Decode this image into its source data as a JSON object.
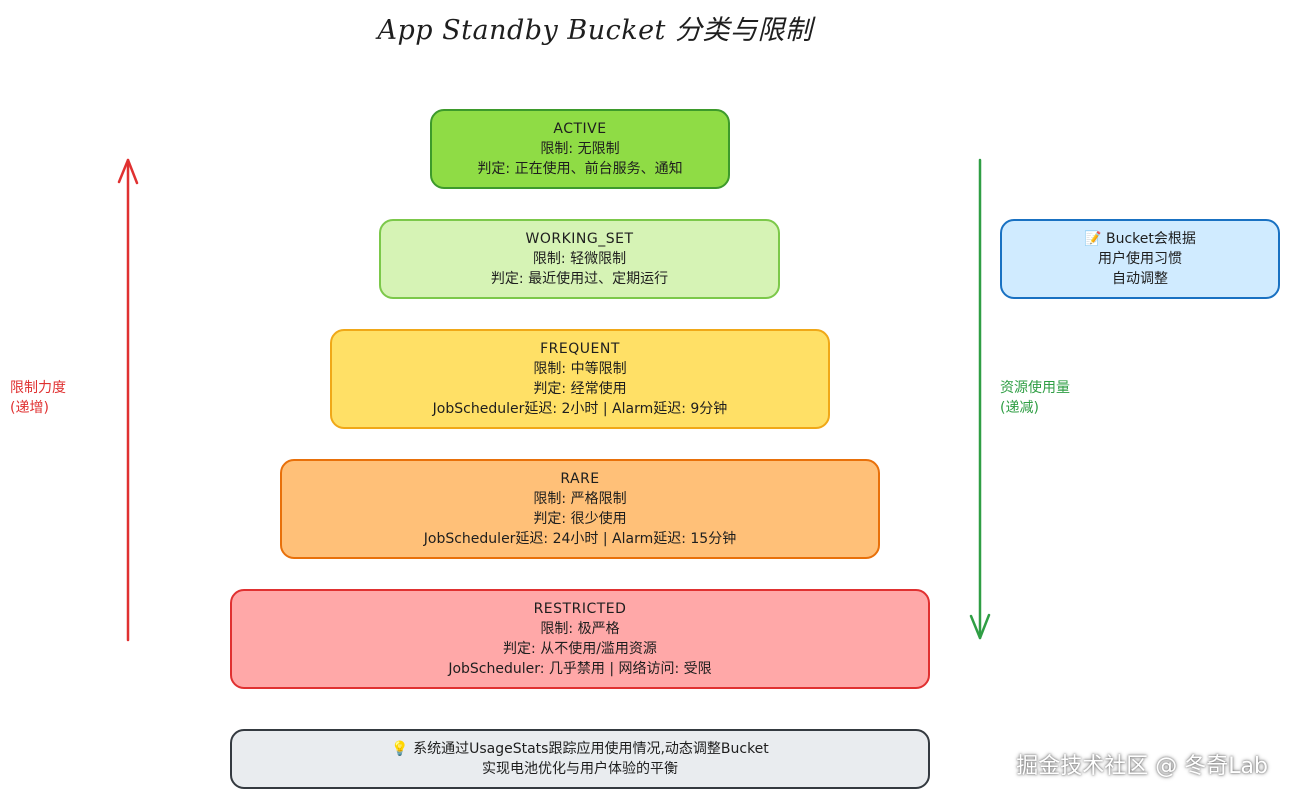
{
  "title": "App Standby Bucket 分类与限制",
  "buckets": {
    "active": {
      "name": "ACTIVE",
      "limit": "限制: 无限制",
      "judge": "判定: 正在使用、前台服务、通知"
    },
    "working_set": {
      "name": "WORKING_SET",
      "limit": "限制: 轻微限制",
      "judge": "判定: 最近使用过、定期运行"
    },
    "frequent": {
      "name": "FREQUENT",
      "limit": "限制: 中等限制",
      "judge": "判定: 经常使用",
      "detail": "JobScheduler延迟: 2小时 | Alarm延迟: 9分钟"
    },
    "rare": {
      "name": "RARE",
      "limit": "限制: 严格限制",
      "judge": "判定: 很少使用",
      "detail": "JobScheduler延迟: 24小时 | Alarm延迟: 15分钟"
    },
    "restricted": {
      "name": "RESTRICTED",
      "limit": "限制: 极严格",
      "judge": "判定: 从不使用/滥用资源",
      "detail": "JobScheduler: 几乎禁用 | 网络访问: 受限"
    }
  },
  "left_axis": {
    "line1": "限制力度",
    "line2": "(递增)",
    "color": "#e03131"
  },
  "right_axis": {
    "line1": "资源使用量",
    "line2": "(递减)",
    "color": "#2f9e44"
  },
  "note": {
    "icon": "memo-icon",
    "emoji": "📝",
    "line1": "Bucket会根据",
    "line2": "用户使用习惯",
    "line3": "自动调整"
  },
  "footer": {
    "icon": "lightbulb-icon",
    "emoji": "💡",
    "line1": "系统通过UsageStats跟踪应用使用情况,动态调整Bucket",
    "line2": "实现电池优化与用户体验的平衡"
  },
  "watermark": "掘金技术社区 @ 冬奇Lab"
}
